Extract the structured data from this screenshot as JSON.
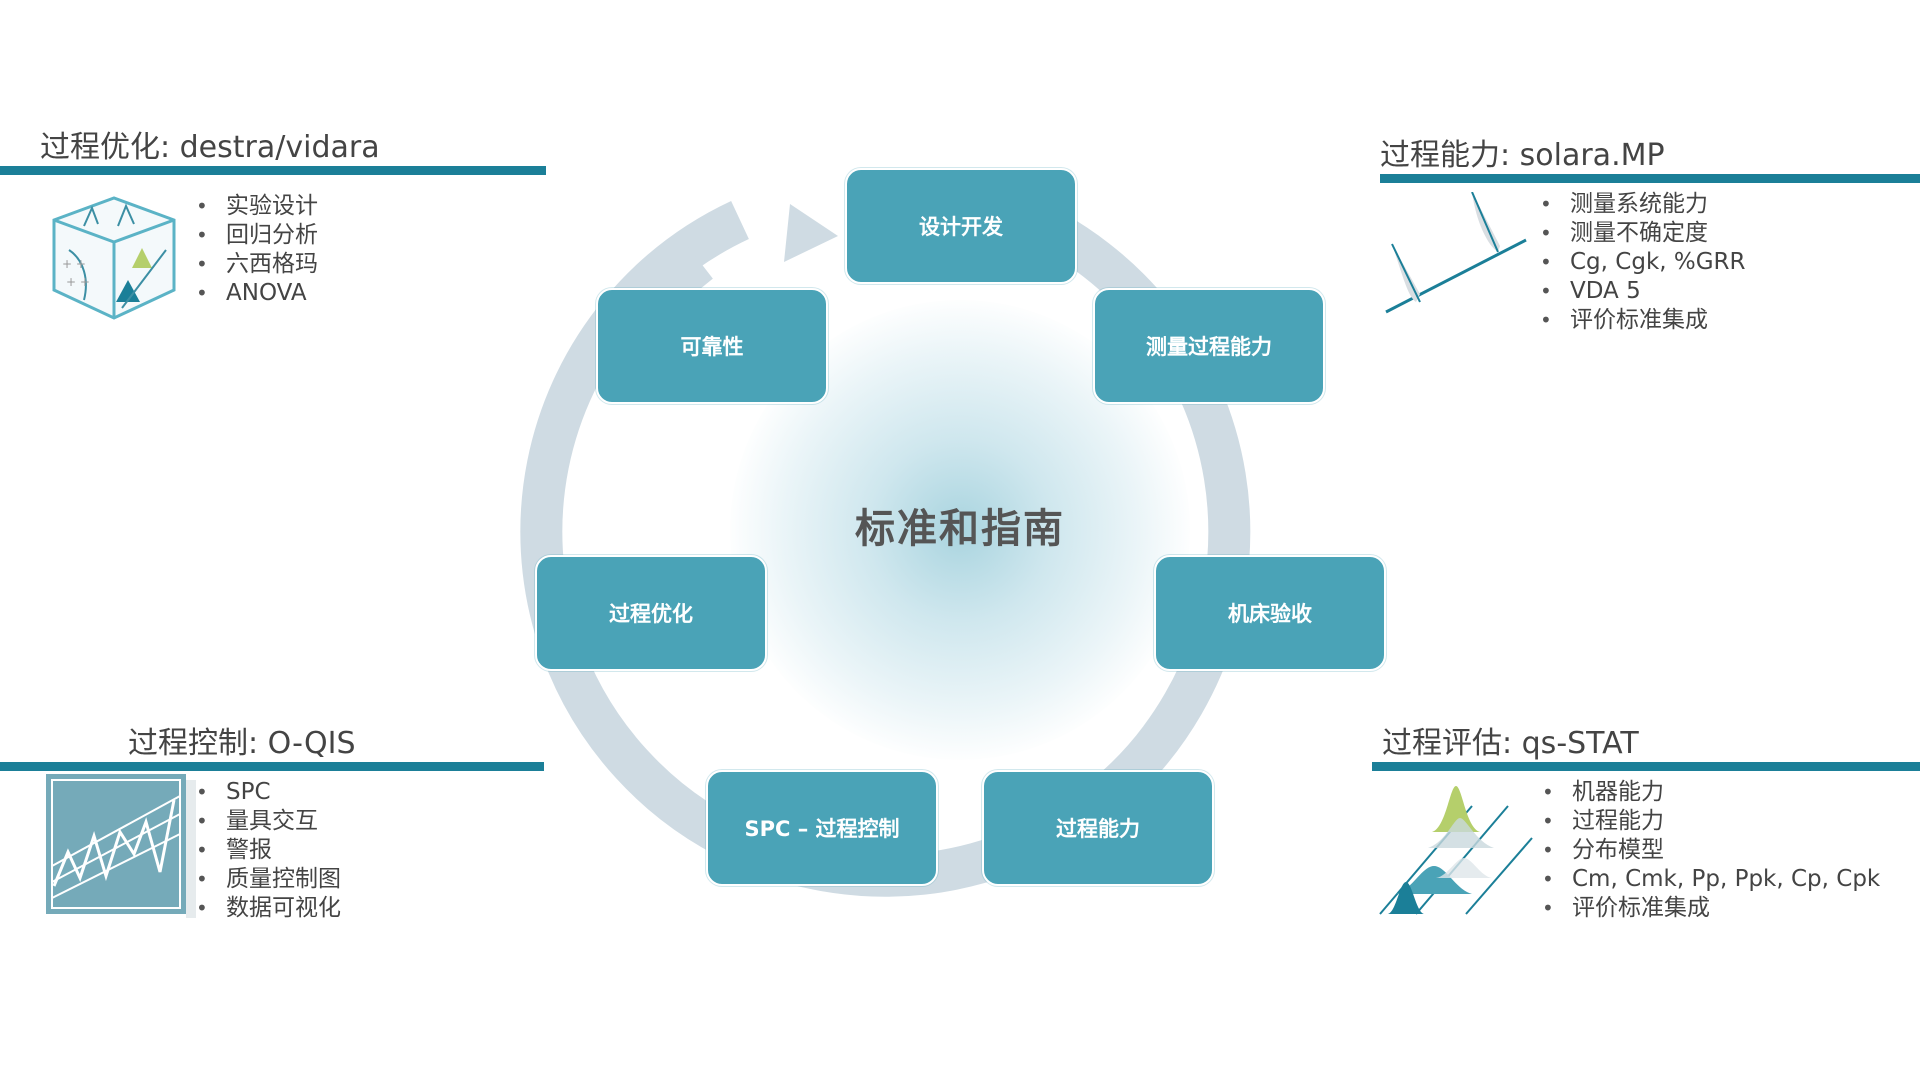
{
  "center": {
    "title": "标准和指南"
  },
  "nodes": {
    "design": "设计开发",
    "measurement": "测量过程能力",
    "machine": "机床验收",
    "process_capability": "过程能力",
    "spc": "SPC – 过程控制",
    "optimization": "过程优化",
    "reliability": "可靠性"
  },
  "panels": {
    "top_left": {
      "title": "过程优化: destra/vidara",
      "items": [
        "实验设计",
        "回归分析",
        "六西格玛",
        "ANOVA"
      ]
    },
    "top_right": {
      "title": "过程能力: solara.MP",
      "items": [
        "测量系统能力",
        "测量不确定度",
        "Cg, Cgk, %GRR",
        "VDA 5",
        "评价标准集成"
      ]
    },
    "bottom_left": {
      "title": "过程控制: O-QIS",
      "items": [
        "SPC",
        "量具交互",
        "警报",
        "质量控制图",
        "数据可视化"
      ]
    },
    "bottom_right": {
      "title": "过程评估: qs-STAT",
      "items": [
        "机器能力",
        "过程能力",
        "分布模型",
        "Cm, Cmk, Pp, Ppk, Cp, Cpk",
        "评价标准集成"
      ]
    }
  },
  "colors": {
    "accent": "#1b7f98",
    "node": "#4aa3b7",
    "ring": "#cfdbe3",
    "green": "#b5cf6b"
  },
  "icons": {
    "top_left": "cube-doe-icon",
    "top_right": "distribution-line-icon",
    "bottom_left": "control-chart-icon",
    "bottom_right": "distribution-curves-icon"
  }
}
